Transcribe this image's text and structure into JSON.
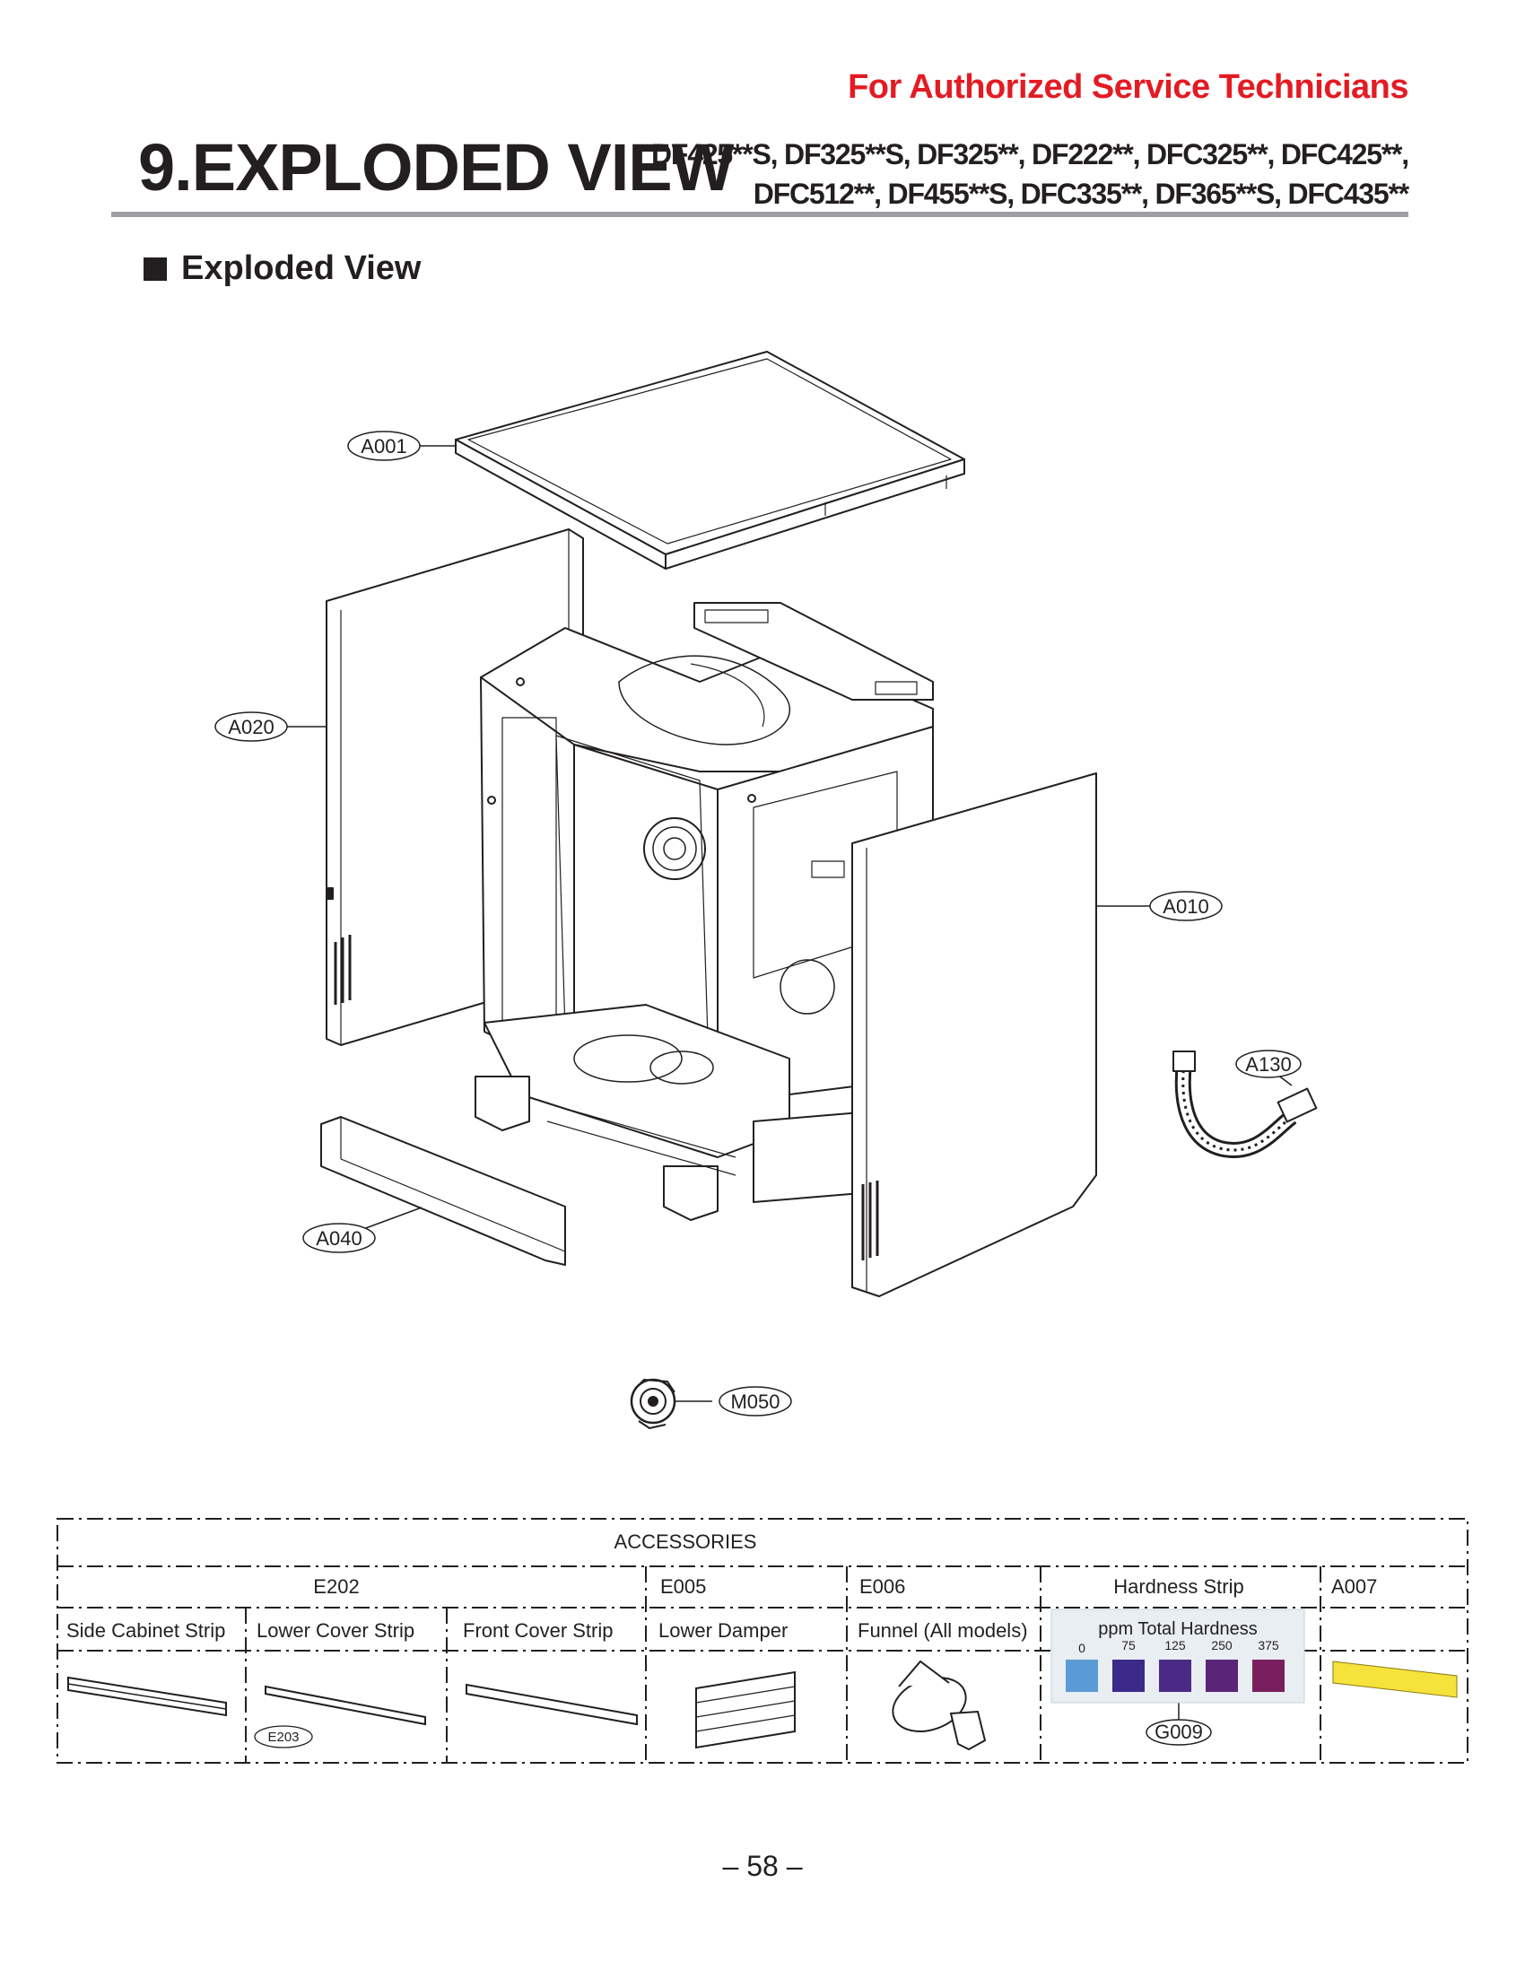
{
  "header_note": "For Authorized Service Technicians",
  "section_title": "9.EXPLODED VIEW",
  "models_line1": "DF425**S, DF325**S, DF325**, DF222**, DFC325**, DFC425**,",
  "models_line2": "DFC512**, DF455**S, DFC335**, DF365**S, DFC435**",
  "subsection_title": "Exploded View",
  "callouts": {
    "a001": "A001",
    "a020": "A020",
    "a010": "A010",
    "a130": "A130",
    "a040": "A040",
    "m050": "M050"
  },
  "accessories": {
    "title": "ACCESSORIES",
    "group_e202": "E202",
    "group_e005": "E005",
    "group_e006": "E006",
    "group_hardness": "Hardness Strip",
    "group_a007": "A007",
    "side_cabinet_strip": "Side Cabinet Strip",
    "lower_cover_strip": "Lower Cover Strip",
    "front_cover_strip": "Front Cover Strip",
    "lower_damper": "Lower Damper",
    "funnel": "Funnel (All models)",
    "e203": "E203",
    "g009": "G009",
    "hardness_chart": {
      "title": "ppm Total Hardness",
      "levels": [
        "0",
        "75",
        "125",
        "250",
        "375"
      ],
      "colors": [
        "#5b9bd5",
        "#3b2a8a",
        "#4b2a85",
        "#5a2578",
        "#7a1f5e"
      ]
    },
    "a007_strip_color": "#f5e33c"
  },
  "page_number": "– 58 –"
}
